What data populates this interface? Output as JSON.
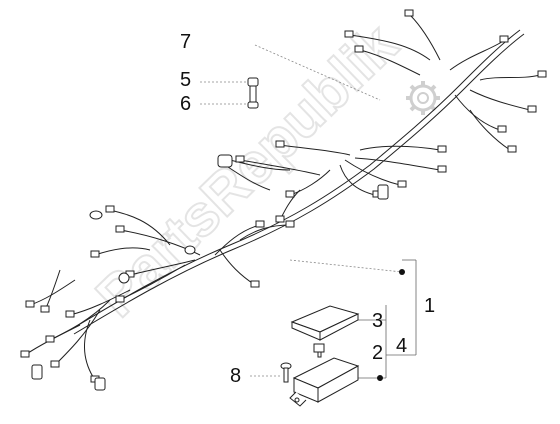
{
  "diagram": {
    "callouts": [
      {
        "id": "7",
        "label": "7"
      },
      {
        "id": "5",
        "label": "5"
      },
      {
        "id": "6",
        "label": "6"
      },
      {
        "id": "1",
        "label": "1"
      },
      {
        "id": "3",
        "label": "3"
      },
      {
        "id": "2",
        "label": "2"
      },
      {
        "id": "4",
        "label": "4"
      },
      {
        "id": "8",
        "label": "8"
      }
    ],
    "watermark": {
      "text": "PartsRepublik",
      "color": "#d9d9d9"
    },
    "line_color": "#222222",
    "gear_icon": "gear-icon"
  }
}
